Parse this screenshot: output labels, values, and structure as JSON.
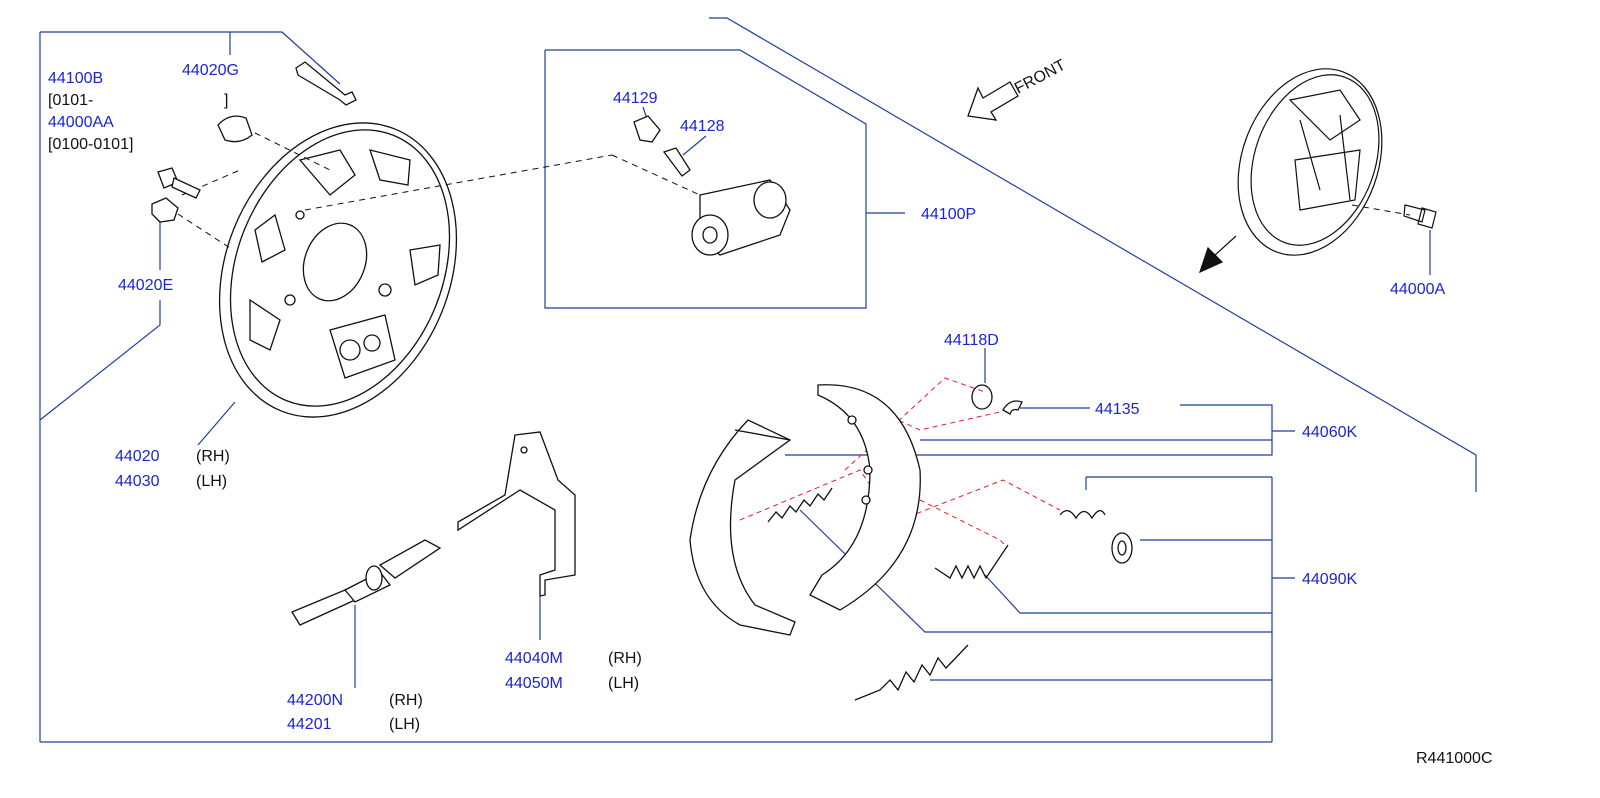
{
  "diagram": {
    "reference_code": "R441000C",
    "front_label": "FRONT",
    "colors": {
      "part_number": "#1c24d6",
      "leader_line": "#1f3f9e",
      "drawing": "#111111",
      "dash_red": "#e02020"
    },
    "parts": {
      "p44100B": "44100B",
      "p44100B_date": "[0101-",
      "p44020G": "44020G",
      "p44020G_bracket": "]",
      "p44000AA": "44000AA",
      "p44000AA_date": "[0100-0101]",
      "p44020E": "44020E",
      "p44020": "44020",
      "p44020_side": "(RH)",
      "p44030": "44030",
      "p44030_side": "(LH)",
      "p44129": "44129",
      "p44128": "44128",
      "p44100P": "44100P",
      "p44000A": "44000A",
      "p44118D": "44118D",
      "p44135": "44135",
      "p44060K": "44060K",
      "p44090K": "44090K",
      "p44040M": "44040M",
      "p44040M_side": "(RH)",
      "p44050M": "44050M",
      "p44050M_side": "(LH)",
      "p44200N": "44200N",
      "p44200N_side": "(RH)",
      "p44201": "44201",
      "p44201_side": "(LH)"
    }
  }
}
